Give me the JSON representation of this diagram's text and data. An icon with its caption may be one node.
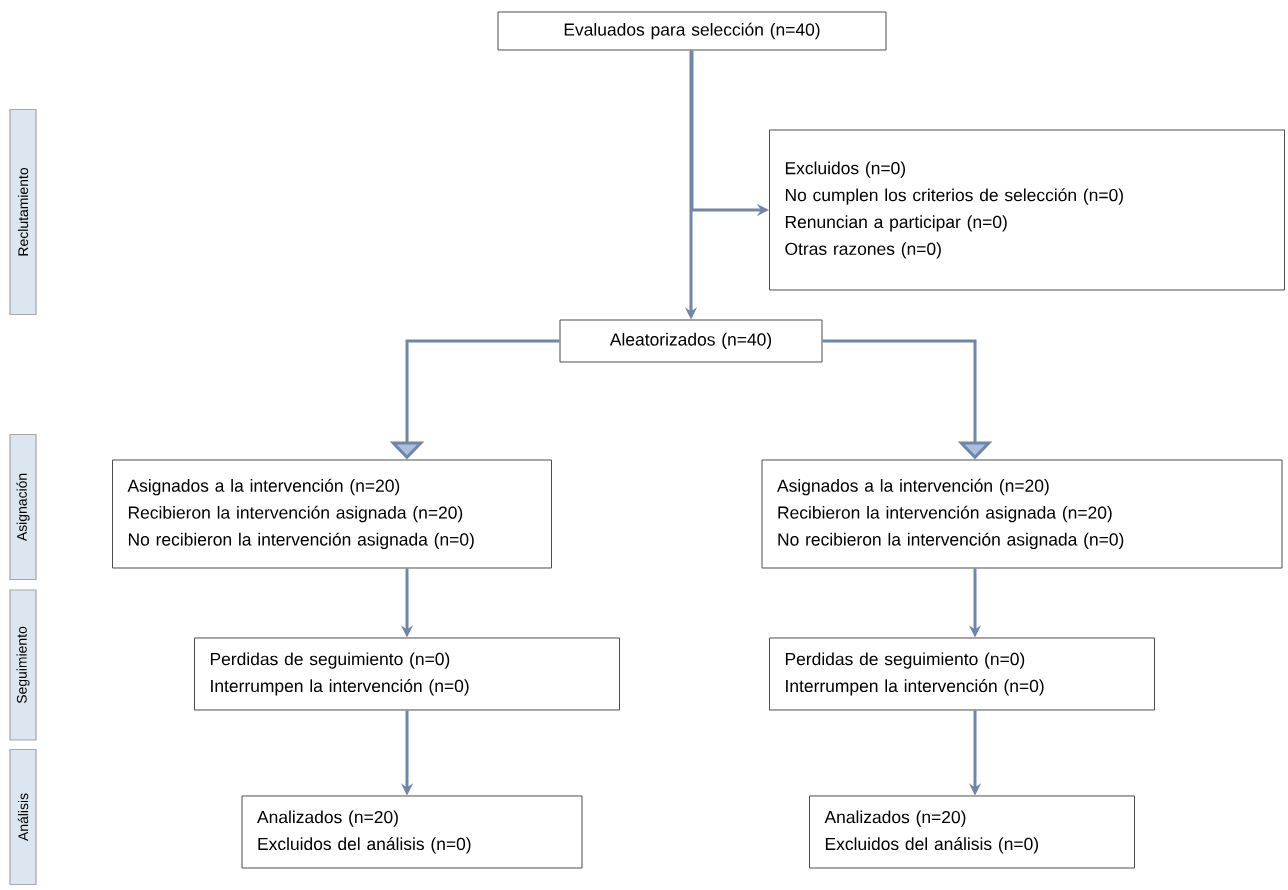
{
  "diagram": {
    "nodes": [
      {
        "text": [
          "Evaluados para selección (n=40)"
        ]
      },
      {
        "text": [
          "Excluidos (n=0)",
          "No cumplen los criterios de selección (n=0)",
          "Renuncian a participar (n=0)",
          "Otras razones (n=0)"
        ]
      },
      {
        "text": [
          "Aleatorizados (n=40)"
        ]
      },
      {
        "text": [
          "Asignados a la intervención (n=20)",
          "Recibieron la intervención asignada (n=20)",
          "No recibieron la intervención asignada (n=0)"
        ]
      },
      {
        "text": [
          "Asignados a la intervención (n=20)",
          "Recibieron la intervención asignada (n=20)",
          "No recibieron la intervención asignada (n=0)"
        ]
      },
      {
        "text": [
          "Perdidas de seguimiento (n=0)",
          "Interrumpen la intervención (n=0)"
        ]
      },
      {
        "text": [
          "Perdidas de seguimiento (n=0)",
          "Interrumpen la intervención (n=0)"
        ]
      },
      {
        "text": [
          "Analizados (n=20)",
          "Excluidos del análisis (n=0)"
        ]
      },
      {
        "text": [
          "Analizados (n=20)",
          "Excluidos del análisis (n=0)"
        ]
      },
      {
        "text": [
          "Reclutamiento"
        ]
      },
      {
        "text": [
          "Asignación"
        ]
      },
      {
        "text": [
          "Seguimiento"
        ]
      },
      {
        "text": [
          "Análisis"
        ]
      }
    ],
    "edges": [
      {
        "from": 0,
        "to": 1,
        "arrow": "to"
      },
      {
        "from": 0,
        "to": 2,
        "arrow": "to"
      },
      {
        "from": 2,
        "to": 3,
        "arrow": "to"
      },
      {
        "from": 2,
        "to": 4,
        "arrow": "to"
      },
      {
        "from": 3,
        "to": 5,
        "arrow": "to"
      },
      {
        "from": 4,
        "to": 6,
        "arrow": "to"
      },
      {
        "from": 5,
        "to": 7,
        "arrow": "to"
      },
      {
        "from": 6,
        "to": 8,
        "arrow": "to"
      }
    ]
  }
}
